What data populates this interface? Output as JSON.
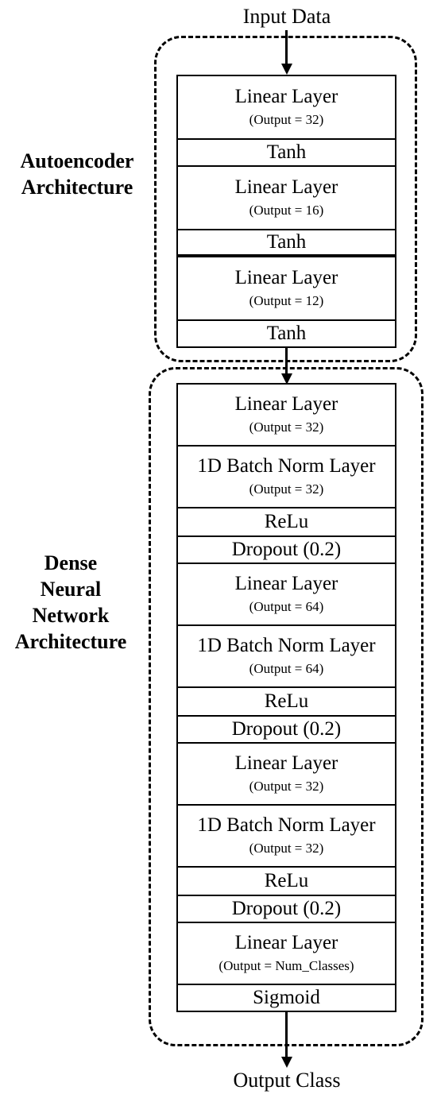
{
  "diagram": {
    "input_label": "Input Data",
    "output_label": "Output Class",
    "autoencoder": {
      "title_lines": [
        "Autoencoder",
        "Architecture"
      ],
      "layers": [
        {
          "name": "Linear Layer",
          "sub": "(Output = 32)"
        },
        {
          "name": "Tanh",
          "sub": ""
        },
        {
          "name": "Linear Layer",
          "sub": "(Output = 16)"
        },
        {
          "name": "Tanh",
          "sub": ""
        },
        {
          "name": "Linear Layer",
          "sub": "(Output = 12)"
        },
        {
          "name": "Tanh",
          "sub": ""
        }
      ]
    },
    "dense": {
      "title_lines": [
        "Dense",
        "Neural",
        "Network",
        "Architecture"
      ],
      "layers": [
        {
          "name": "Linear Layer",
          "sub": "(Output = 32)"
        },
        {
          "name": "1D Batch Norm Layer",
          "sub": "(Output = 32)"
        },
        {
          "name": "ReLu",
          "sub": ""
        },
        {
          "name": "Dropout (0.2)",
          "sub": ""
        },
        {
          "name": "Linear Layer",
          "sub": "(Output = 64)"
        },
        {
          "name": "1D Batch Norm Layer",
          "sub": "(Output = 64)"
        },
        {
          "name": "ReLu",
          "sub": ""
        },
        {
          "name": "Dropout (0.2)",
          "sub": ""
        },
        {
          "name": "Linear Layer",
          "sub": "(Output = 32)"
        },
        {
          "name": "1D Batch Norm Layer",
          "sub": "(Output = 32)"
        },
        {
          "name": "ReLu",
          "sub": ""
        },
        {
          "name": "Dropout (0.2)",
          "sub": ""
        },
        {
          "name": "Linear Layer",
          "sub": "(Output = Num_Classes)"
        },
        {
          "name": "Sigmoid",
          "sub": ""
        }
      ]
    }
  }
}
